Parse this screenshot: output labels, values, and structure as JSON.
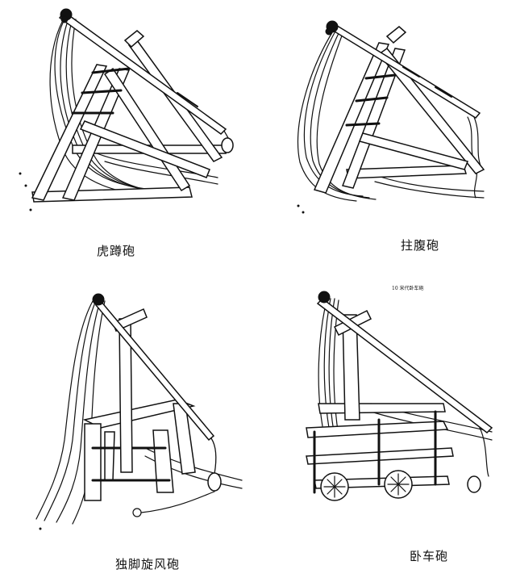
{
  "captions": {
    "hudun": "虎蹲砲",
    "guafu": "拄腹砲",
    "dujiao": "独脚旋风砲",
    "woche": "卧车砲"
  },
  "small_label": "10 宋代卧车砲"
}
